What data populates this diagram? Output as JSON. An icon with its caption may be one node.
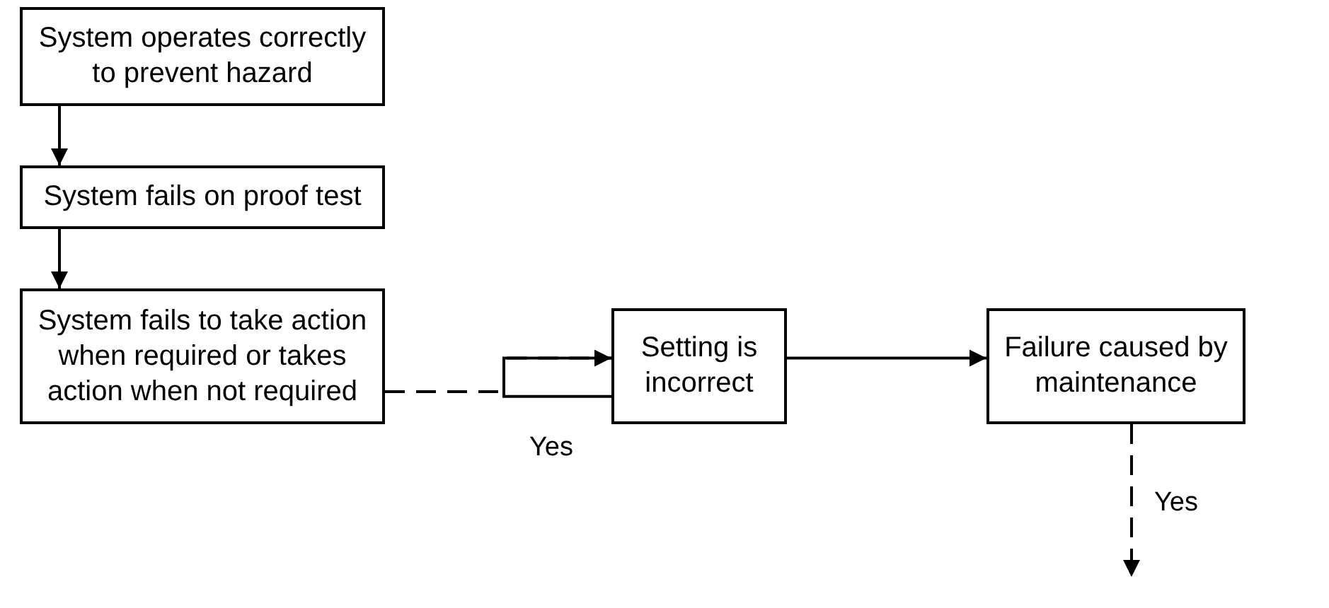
{
  "diagram": {
    "nodes": [
      {
        "text": [
          "System operates correctly to prevent hazard"
        ]
      },
      {
        "text": [
          "System fails on proof test"
        ]
      },
      {
        "text": [
          "System fails to take action when required or takes action when not required"
        ]
      },
      {
        "text": [
          "Setting is incorrect"
        ]
      },
      {
        "text": [
          "Failure caused by maintenance"
        ]
      }
    ],
    "edges": [
      {
        "from": 0,
        "to": 1,
        "arrow": "to"
      },
      {
        "from": 1,
        "to": 2,
        "arrow": "to"
      },
      {
        "from": 2,
        "to": 3,
        "arrow": "to",
        "style": "dashed",
        "label": "Yes"
      },
      {
        "from": 3,
        "to": 4,
        "arrow": "to"
      },
      {
        "from": 4,
        "to": null,
        "arrow": "to",
        "style": "dashed",
        "label": "Yes"
      }
    ]
  }
}
